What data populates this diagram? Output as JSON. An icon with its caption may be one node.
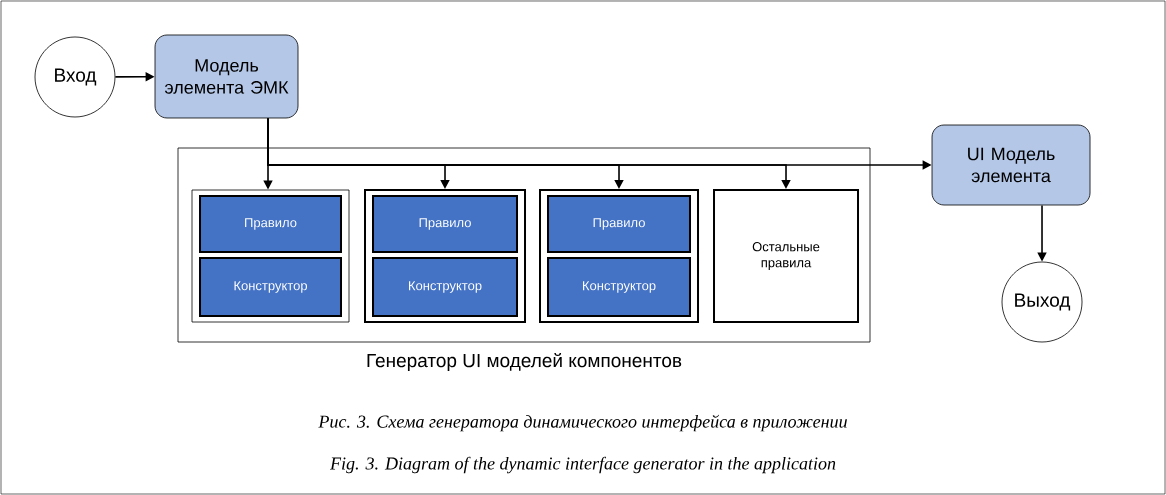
{
  "diagram": {
    "caption": "Рис. 3. Схема генератора динамического интерфейса в приложении",
    "nodes": [
      {
        "text": [
          "Вход"
        ]
      },
      {
        "text": [
          "Модель элемента ЭМК"
        ]
      },
      {
        "text": [
          "Генератор UI моделей компонентов"
        ]
      },
      {
        "text": [],
        "shape": "box",
        "in": 2
      },
      {
        "text": [
          "Правило"
        ],
        "in": 3
      },
      {
        "text": [
          "Конструктор"
        ],
        "in": 3
      },
      {
        "text": [],
        "shape": "box",
        "in": 2
      },
      {
        "text": [
          "Правило"
        ],
        "in": 6
      },
      {
        "text": [
          "Конструктор"
        ],
        "in": 6
      },
      {
        "text": [],
        "shape": "box",
        "in": 2
      },
      {
        "text": [
          "Правило"
        ],
        "in": 9
      },
      {
        "text": [
          "Конструктор"
        ],
        "in": 9
      },
      {
        "text": [
          "Остальные правила"
        ],
        "in": 2
      },
      {
        "text": [
          "UI Модель элемента"
        ]
      },
      {
        "text": [
          "Выход"
        ]
      }
    ],
    "edges": [
      {
        "from": 0,
        "to": 1,
        "arrow": "to"
      },
      {
        "from": 1,
        "to": 3,
        "arrow": "to"
      },
      {
        "from": 1,
        "to": 6,
        "arrow": "to"
      },
      {
        "from": 1,
        "to": 9,
        "arrow": "to"
      },
      {
        "from": 1,
        "to": 12,
        "arrow": "to"
      },
      {
        "from": 1,
        "to": 13,
        "arrow": "to"
      },
      {
        "from": 13,
        "to": 14,
        "arrow": "to"
      }
    ],
    "labels": [
      "Fig. 3. Diagram of the dynamic interface generator in the application"
    ]
  }
}
